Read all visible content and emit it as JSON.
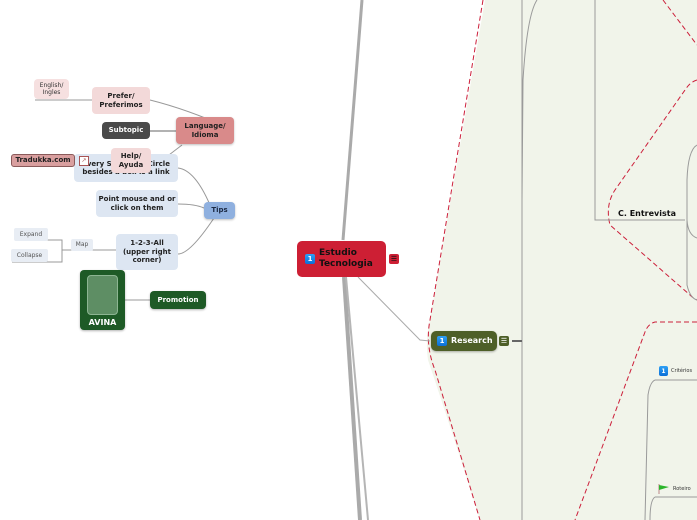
{
  "central": {
    "label": "Estudio Tecnologia",
    "badge": "1",
    "notes_icon": "notes-icon",
    "color": "#cd1f34"
  },
  "language": {
    "label": "Language/ Idioma",
    "children": {
      "prefer": {
        "label": "Prefer/ Preferimos",
        "child": "English/ Ingles"
      },
      "subtopic": "Subtopic",
      "help": "Help/ Ayuda"
    }
  },
  "tips": {
    "label": "Tips",
    "children": {
      "link_note": "Every Square or Circle besides a box is a link",
      "point": "Point mouse and or click on them",
      "all": "1-2-3-All (upper right corner)",
      "map": "Map",
      "expand": "Expand",
      "collapse": "Collapse"
    }
  },
  "link_node": {
    "label": "Tradukka.com",
    "icon": "external-link-icon"
  },
  "promotion": {
    "image_label": "AVINA",
    "label": "Promotion"
  },
  "research": {
    "label": "Research",
    "badge": "1",
    "color": "#4e5f28",
    "children": {
      "entrevista": "C. Entrevista",
      "criterios": {
        "label": "Critérios",
        "badge": "1"
      },
      "roteiro": {
        "label": "Roteiro",
        "icon": "green-flag-icon"
      }
    }
  },
  "colors": {
    "boundary": "#cc1f3a",
    "canvas_right": "#f1f4ea",
    "line": "#a8a8a8"
  }
}
